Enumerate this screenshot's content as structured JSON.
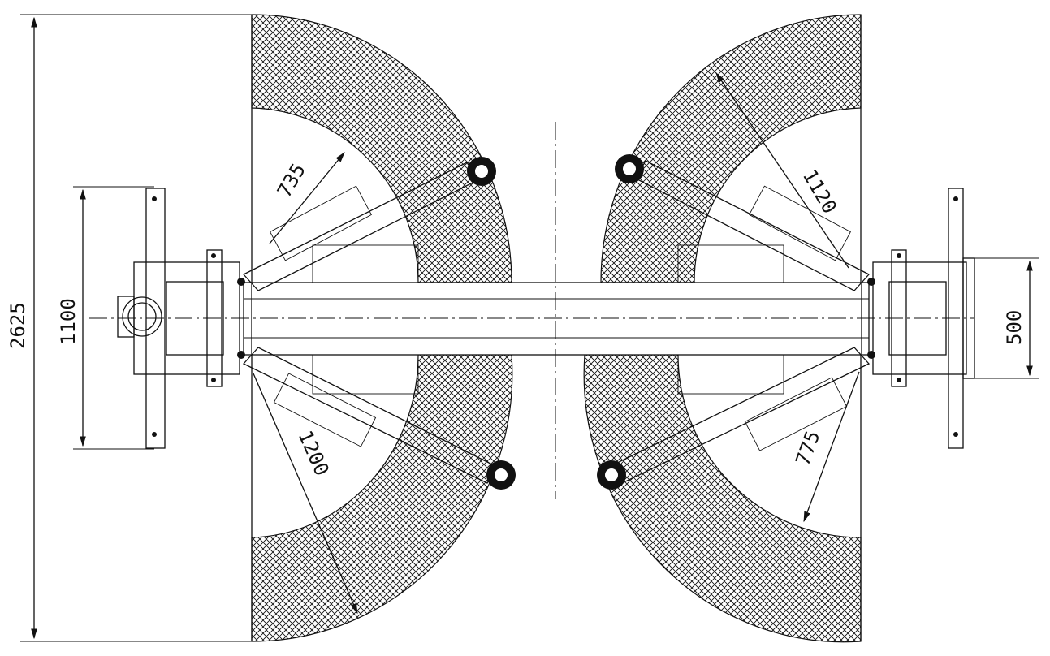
{
  "drawing": {
    "dimensions": {
      "overall_depth": "2625",
      "base_plate_width": "1100",
      "column_offset": "500",
      "short_arm_reach_front": "735",
      "long_arm_reach_front": "1120",
      "long_arm_reach_rear": "1200",
      "short_arm_reach_rear": "775"
    },
    "colors": {
      "line": "#111111",
      "hatch": "#111111",
      "background": "#ffffff"
    }
  }
}
